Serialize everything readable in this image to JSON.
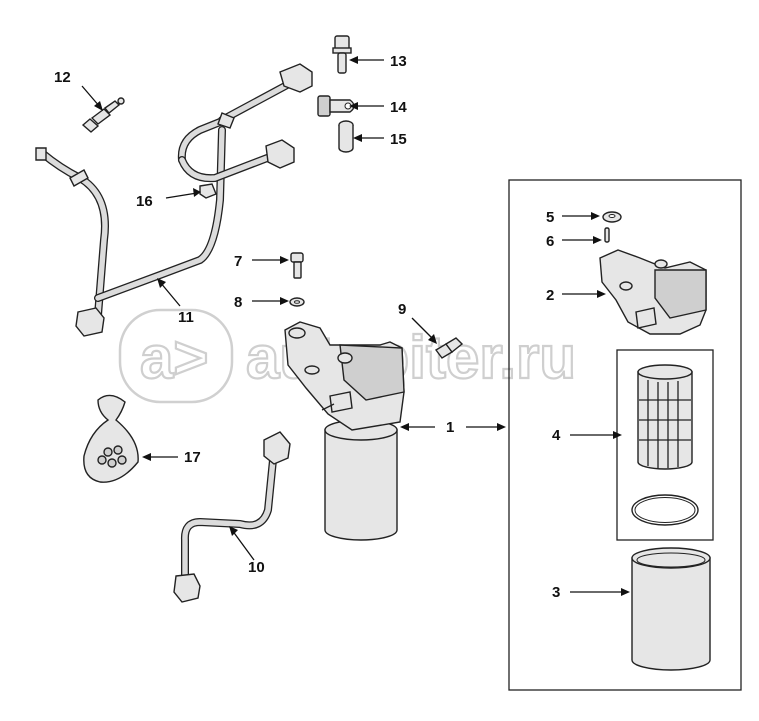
{
  "watermark": {
    "text": "autopiter.ru",
    "logo": "a>"
  },
  "callouts": [
    {
      "id": "label-13",
      "text": "13"
    },
    {
      "id": "label-12",
      "text": "12"
    },
    {
      "id": "label-14",
      "text": "14"
    },
    {
      "id": "label-15",
      "text": "15"
    },
    {
      "id": "label-16",
      "text": "16"
    },
    {
      "id": "label-7",
      "text": "7"
    },
    {
      "id": "label-8",
      "text": "8"
    },
    {
      "id": "label-9",
      "text": "9"
    },
    {
      "id": "label-11",
      "text": "11"
    },
    {
      "id": "label-1",
      "text": "1"
    },
    {
      "id": "label-17",
      "text": "17"
    },
    {
      "id": "label-10",
      "text": "10"
    },
    {
      "id": "label-5",
      "text": "5"
    },
    {
      "id": "label-6",
      "text": "6"
    },
    {
      "id": "label-2",
      "text": "2"
    },
    {
      "id": "label-4",
      "text": "4"
    },
    {
      "id": "label-3",
      "text": "3"
    }
  ]
}
